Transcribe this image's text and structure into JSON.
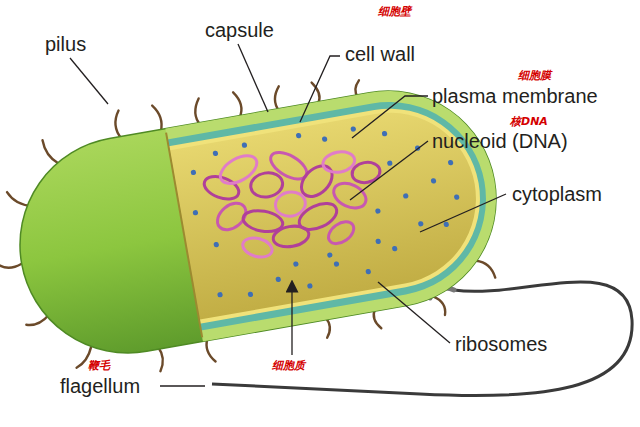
{
  "diagram": {
    "labels": [
      "pilus",
      "capsule",
      "细胞壁",
      "cell wall",
      "细胞膜",
      "plasma membrane",
      "核DNA",
      "nucleoid (DNA)",
      "cytoplasm",
      "ribosomes",
      "鞭毛",
      "flagellum",
      "细胞质"
    ]
  }
}
